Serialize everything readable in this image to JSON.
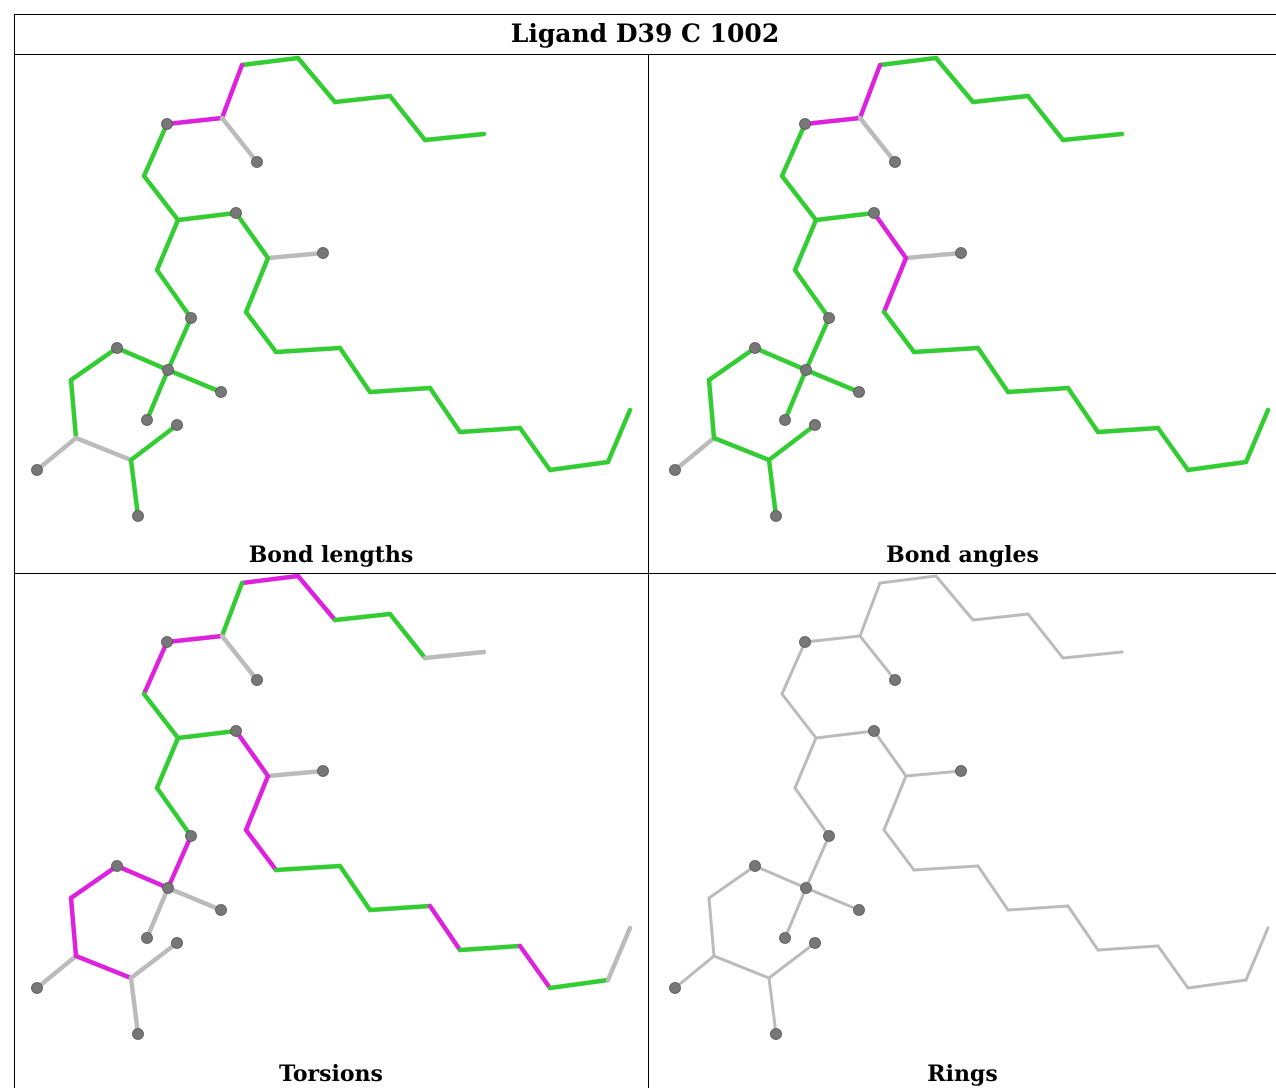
{
  "title": "Ligand D39 C 1002",
  "panels": [
    {
      "key": "bond_lengths",
      "caption": "Bond lengths"
    },
    {
      "key": "bond_angles",
      "caption": "Bond angles"
    },
    {
      "key": "torsions",
      "caption": "Torsions"
    },
    {
      "key": "rings",
      "caption": "Rings"
    }
  ],
  "colors": {
    "ok": "#33cc33",
    "outlier": "#dd22dd",
    "neutral": "#bbbbbb",
    "atom": "#777777"
  }
}
